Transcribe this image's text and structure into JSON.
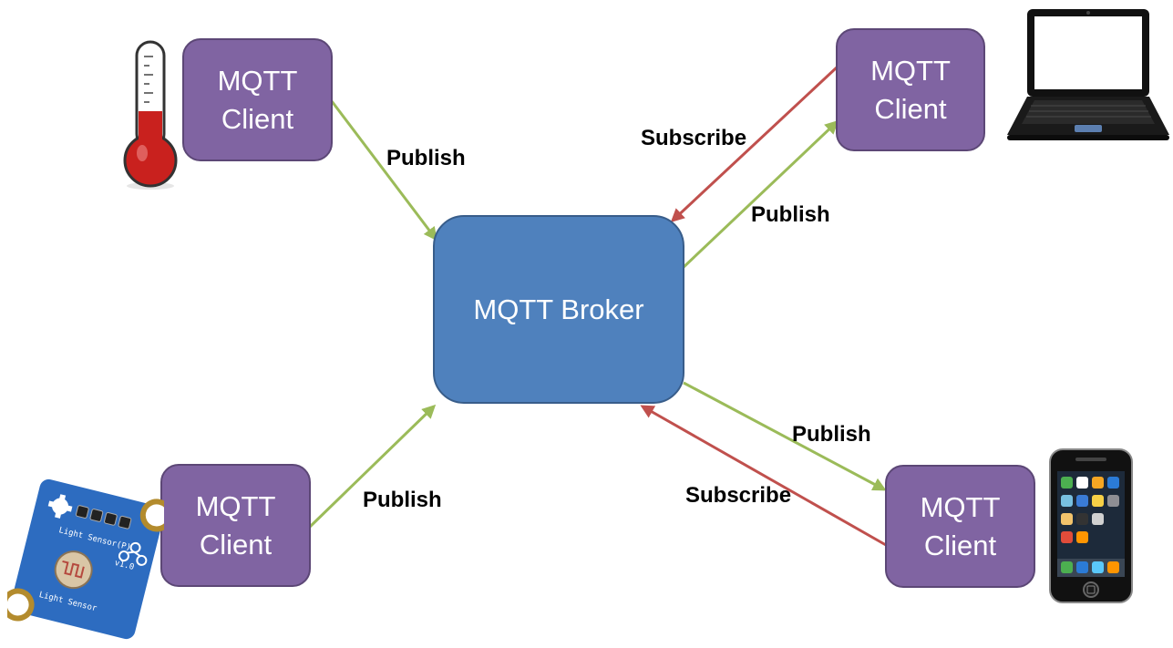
{
  "broker": {
    "label": "MQTT Broker"
  },
  "clients": {
    "top_left": {
      "line1": "MQTT",
      "line2": "Client"
    },
    "top_right": {
      "line1": "MQTT",
      "line2": "Client"
    },
    "bottom_left": {
      "line1": "MQTT",
      "line2": "Client"
    },
    "bottom_right": {
      "line1": "MQTT",
      "line2": "Client"
    }
  },
  "edges": {
    "top_left_publish": "Publish",
    "top_right_subscribe": "Subscribe",
    "top_right_publish": "Publish",
    "bottom_left_publish": "Publish",
    "bottom_right_publish": "Publish",
    "bottom_right_subscribe": "Subscribe"
  },
  "colors": {
    "client_fill": "#8064a2",
    "broker_fill": "#4f81bd",
    "publish_arrow": "#9bbb59",
    "subscribe_arrow": "#c0504d"
  },
  "devices": {
    "sensor_text_1": "Light Sensor(P)",
    "sensor_text_2": "v1.0",
    "sensor_text_3": "Light Sensor"
  }
}
